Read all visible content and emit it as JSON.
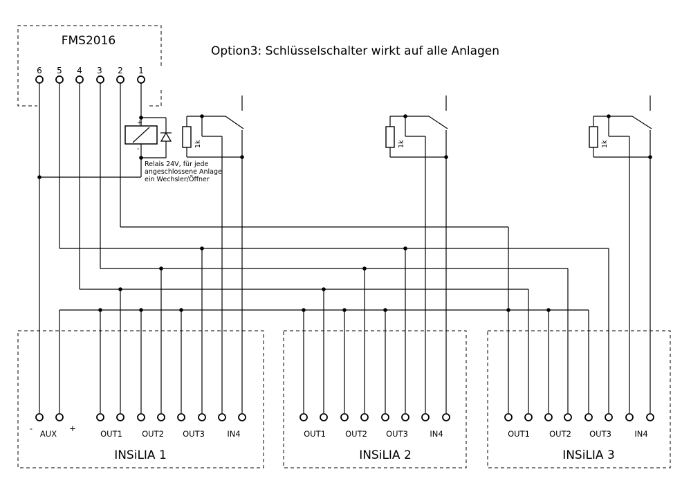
{
  "title": "Option3: Schlüsselschalter wirkt auf alle Anlagen",
  "fms": {
    "label": "FMS2016",
    "pins": [
      "6",
      "5",
      "4",
      "3",
      "2",
      "1"
    ]
  },
  "relay": {
    "plus": "+",
    "minus": "-",
    "note": [
      "Relais 24V, für jede",
      "angeschlossene Anlage",
      "ein Wechsler/Öffner"
    ]
  },
  "resistor_label": "1k",
  "insilia": [
    {
      "label": "INSiLIA 1",
      "aux": "AUX",
      "aux_minus": "-",
      "aux_plus": "+",
      "out1": "OUT1",
      "out2": "OUT2",
      "out3": "OUT3",
      "in4": "IN4"
    },
    {
      "label": "INSiLIA 2",
      "out1": "OUT1",
      "out2": "OUT2",
      "out3": "OUT3",
      "in4": "IN4"
    },
    {
      "label": "INSiLIA 3",
      "out1": "OUT1",
      "out2": "OUT2",
      "out3": "OUT3",
      "in4": "IN4"
    }
  ]
}
